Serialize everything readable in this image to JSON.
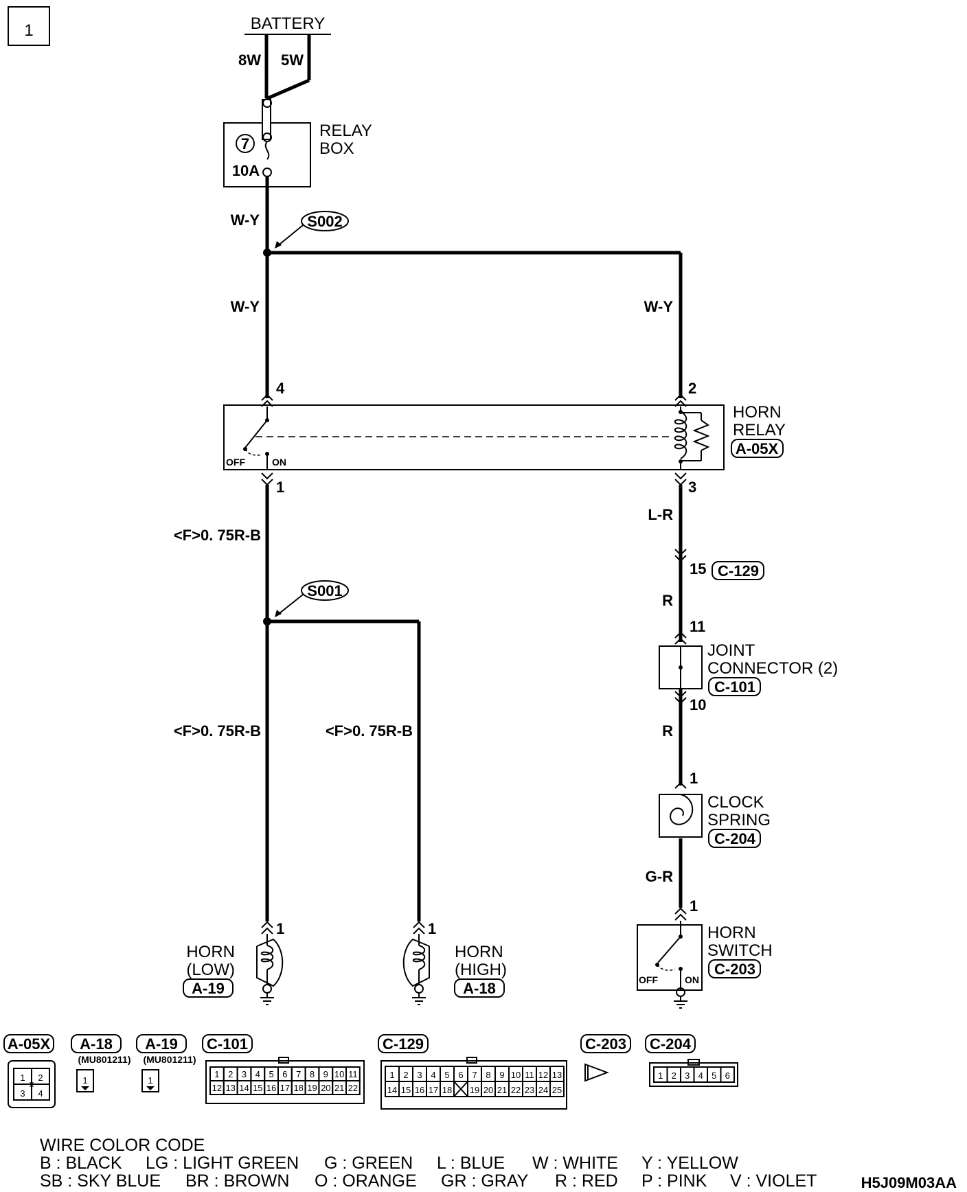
{
  "page_number": "1",
  "battery": {
    "label": "BATTERY",
    "fuse_a": "8W",
    "fuse_b": "5W"
  },
  "relay_box": {
    "label_line1": "RELAY",
    "label_line2": "BOX",
    "fuse_number": "7",
    "fuse_rating": "10A"
  },
  "splices": {
    "s002": "S002",
    "s001": "S001"
  },
  "wires": {
    "wy_top": "W-Y",
    "wy_left": "W-Y",
    "wy_right": "W-Y",
    "rb_upper": "<F>0. 75R-B",
    "rb_lower_left": "<F>0. 75R-B",
    "rb_lower_right": "<F>0. 75R-B",
    "lr": "L-R",
    "r_upper": "R",
    "r_lower": "R",
    "gr": "G-R"
  },
  "horn_relay": {
    "label_line1": "HORN",
    "label_line2": "RELAY",
    "connector": "A-05X",
    "pin_top_left": "4",
    "pin_top_right": "2",
    "pin_bottom_left": "1",
    "pin_bottom_right": "3",
    "off_label": "OFF",
    "on_label": "ON"
  },
  "c129": {
    "pin": "15",
    "connector": "C-129"
  },
  "joint_connector": {
    "label_line1": "JOINT",
    "label_line2": "CONNECTOR (2)",
    "connector": "C-101",
    "pin_top": "11",
    "pin_bottom": "10"
  },
  "clock_spring": {
    "label_line1": "CLOCK",
    "label_line2": "SPRING",
    "connector": "C-204",
    "pin": "1"
  },
  "horn_switch": {
    "label_line1": "HORN",
    "label_line2": "SWITCH",
    "connector": "C-203",
    "pin": "1",
    "off_label": "OFF",
    "on_label": "ON"
  },
  "horn_low": {
    "label_line1": "HORN",
    "label_line2": "(LOW)",
    "connector": "A-19",
    "pin": "1"
  },
  "horn_high": {
    "label_line1": "HORN",
    "label_line2": "(HIGH)",
    "connector": "A-18",
    "pin": "1"
  },
  "connector_views": [
    {
      "id": "A-05X",
      "pins": [
        "1",
        "2",
        "3",
        "4"
      ],
      "mark": "x"
    },
    {
      "id": "A-18",
      "part": "(MU801211)",
      "pins": [
        "1"
      ]
    },
    {
      "id": "A-19",
      "part": "(MU801211)",
      "pins": [
        "1"
      ]
    },
    {
      "id": "C-101",
      "pins": [
        "1",
        "2",
        "3",
        "4",
        "5",
        "6",
        "7",
        "8",
        "9",
        "10",
        "11",
        "12",
        "13",
        "14",
        "15",
        "16",
        "17",
        "18",
        "19",
        "20",
        "21",
        "22"
      ]
    },
    {
      "id": "C-129",
      "pins": [
        "1",
        "2",
        "3",
        "4",
        "5",
        "6",
        "7",
        "8",
        "9",
        "10",
        "11",
        "12",
        "13",
        "14",
        "15",
        "16",
        "17",
        "18",
        "19",
        "20",
        "21",
        "22",
        "23",
        "24",
        "25"
      ]
    },
    {
      "id": "C-203"
    },
    {
      "id": "C-204",
      "pins": [
        "1",
        "2",
        "3",
        "4",
        "5",
        "6"
      ]
    }
  ],
  "wire_color_code": {
    "title": "WIRE COLOR CODE",
    "row1": [
      "B : BLACK",
      "LG : LIGHT GREEN",
      "G : GREEN",
      "L : BLUE",
      "W : WHITE",
      "Y : YELLOW"
    ],
    "row2": [
      "SB : SKY BLUE",
      "BR : BROWN",
      "O : ORANGE",
      "GR : GRAY",
      "R : RED",
      "P : PINK",
      "V : VIOLET"
    ]
  },
  "figure_code": "H5J09M03AA"
}
